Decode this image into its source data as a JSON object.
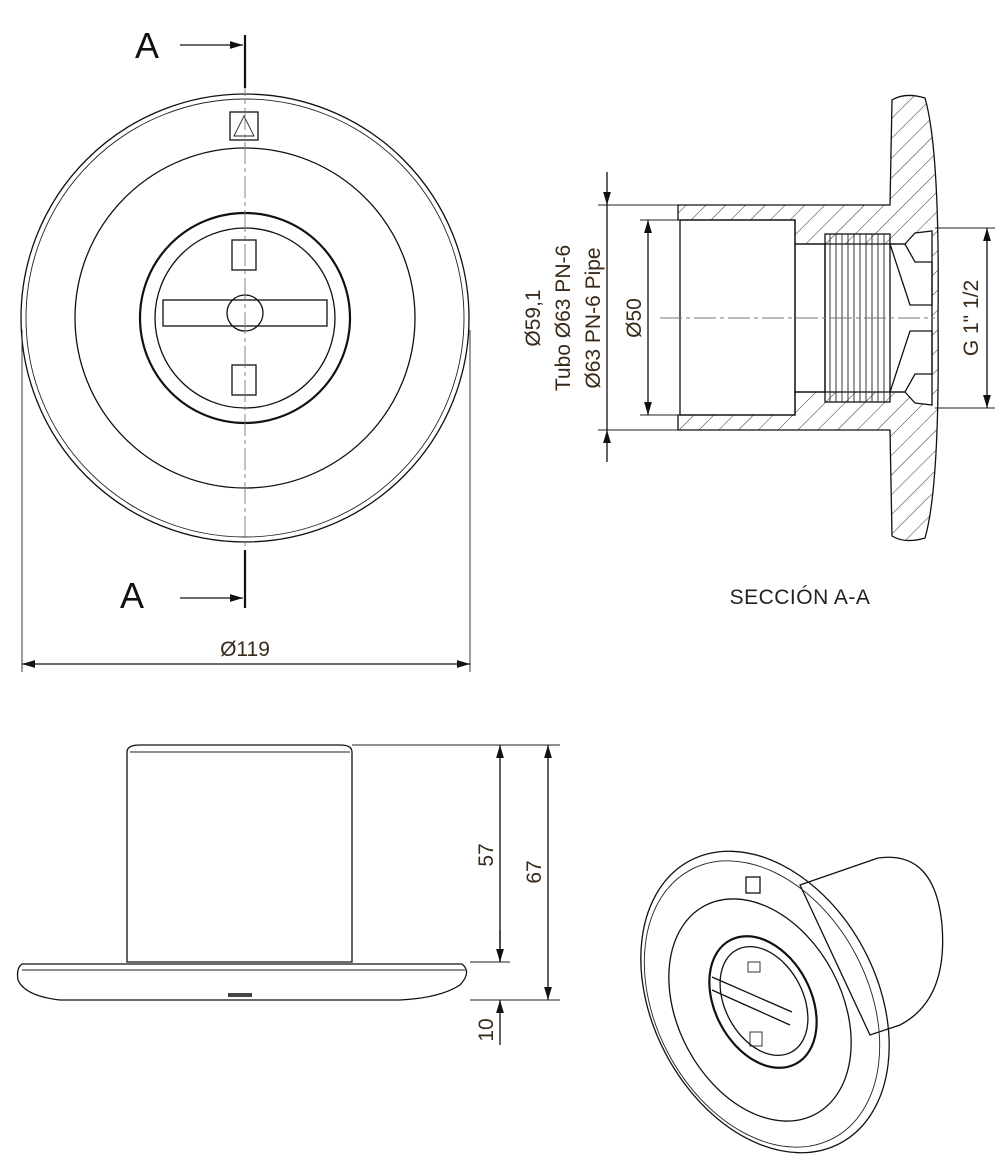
{
  "front_view": {
    "section_label_top": "A",
    "section_label_bottom": "A",
    "diameter_label": "Ø119"
  },
  "section_view": {
    "title": "SECCIÓN A-A",
    "outer_diameter_label": "Ø59,1",
    "pipe_label_es": "Tubo Ø63 PN-6",
    "pipe_label_en": "Ø63 PN-6 Pipe",
    "inner_diameter_label": "Ø50",
    "thread_label": "G 1\" 1/2"
  },
  "side_view": {
    "height_body_label": "57",
    "height_total_label": "67",
    "flange_thickness_label": "10"
  },
  "iso_view": {}
}
